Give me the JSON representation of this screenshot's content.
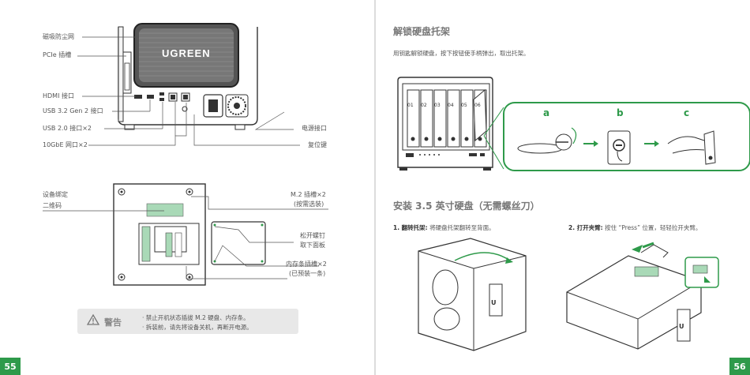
{
  "left_page": {
    "labels": {
      "dust_filter": "磁吸防尘网",
      "pcie_slot": "PCIe 插槽",
      "hdmi": "HDMI 接口",
      "usb32": "USB 3.2 Gen 2 接口",
      "usb20": "USB 2.0 接口×2",
      "net10g": "10GbE 网口×2",
      "power": "电源接口",
      "reset": "复位键",
      "qr_line1": "设备绑定",
      "qr_line2": "二维码",
      "m2_line1": "M.2 插槽×2",
      "m2_line2": "(按需选装)",
      "screw_line1": "松开螺钉",
      "screw_line2": "取下面板",
      "ram_line1": "内存条插槽×2",
      "ram_line2": "(已预装一条)"
    },
    "brand": "UGREEN",
    "warning": {
      "title": "警告",
      "line1": "· 禁止开机状态插拔 M.2 硬盘、内存条。",
      "line2": "· 拆装前，请先将设备关机，再断开电源。"
    },
    "page_number": "55"
  },
  "right_page": {
    "section1_title": "解锁硬盘托架",
    "section1_body": "用钥匙解锁硬盘，按下按钮使手柄弹出，取出托架。",
    "bay_numbers": [
      "01",
      "02",
      "03",
      "04",
      "05",
      "06"
    ],
    "step_letters": [
      "a",
      "b",
      "c"
    ],
    "section2_title": "安装 3.5 英寸硬盘（无需螺丝刀）",
    "step1_label": "1. 翻转托架:",
    "step1_text": "将硬盘托架翻转至背面。",
    "step2_label": "2. 打开夹臂:",
    "step2_text": "按住 “Press” 位置，轻轻拉开夹臂。",
    "page_number": "56"
  },
  "colors": {
    "accent_green": "#2e9a4a",
    "text": "#555555",
    "heading": "#777777"
  }
}
